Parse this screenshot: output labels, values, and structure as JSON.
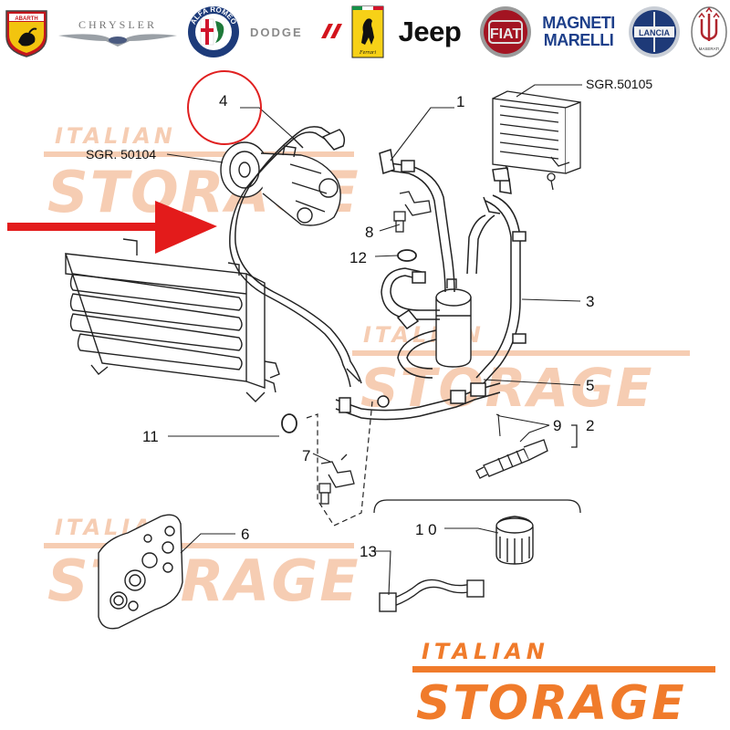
{
  "brands": {
    "abarth": "ABARTH",
    "chrysler": "CHRYSLER",
    "alfa_romeo": "ALFA ROMEO",
    "dodge": "DODGE",
    "ferrari": "Ferrari",
    "jeep": "Jeep",
    "fiat": "FIAT",
    "magneti_1": "MAGNETI",
    "magneti_2": "MARELLI",
    "lancia": "LANCIA",
    "maserati": "MASERATI"
  },
  "diagram": {
    "refs": {
      "sgr_50104": "SGR. 50104",
      "sgr_50105": "SGR.50105"
    },
    "callouts": {
      "c1": "1",
      "c2": "2",
      "c3": "3",
      "c4": "4",
      "c5": "5",
      "c6": "6",
      "c7": "7",
      "c8": "8",
      "c9": "9",
      "c10": "1 0",
      "c11": "11",
      "c12": "12",
      "c13": "13"
    },
    "highlight_color": "#e02020",
    "arrow_color": "#e31b1b"
  },
  "watermark": {
    "line1": "ITALIAN",
    "line2": "STORAGE",
    "color": "#f6cdb3"
  },
  "brand_logo": {
    "line1": "ITALIAN",
    "line2": "STORAGE",
    "color": "#f07b2b"
  }
}
